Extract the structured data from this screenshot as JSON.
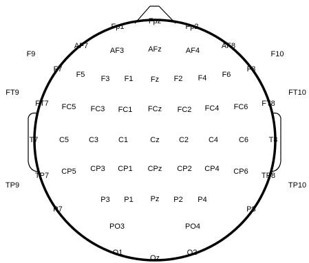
{
  "electrodes": [
    {
      "id": "Fp1"
    },
    {
      "id": "Fpz"
    },
    {
      "id": "Fp2"
    },
    {
      "id": "AF7"
    },
    {
      "id": "AF3"
    },
    {
      "id": "AFz"
    },
    {
      "id": "AF4"
    },
    {
      "id": "AF8"
    },
    {
      "id": "F9"
    },
    {
      "id": "F7"
    },
    {
      "id": "F5"
    },
    {
      "id": "F3"
    },
    {
      "id": "F1"
    },
    {
      "id": "Fz"
    },
    {
      "id": "F2"
    },
    {
      "id": "F4"
    },
    {
      "id": "F6"
    },
    {
      "id": "F8"
    },
    {
      "id": "F10"
    },
    {
      "id": "FT9"
    },
    {
      "id": "FT7"
    },
    {
      "id": "FC5"
    },
    {
      "id": "FC3"
    },
    {
      "id": "FC1"
    },
    {
      "id": "FCz"
    },
    {
      "id": "FC2"
    },
    {
      "id": "FC4"
    },
    {
      "id": "FC6"
    },
    {
      "id": "FT8"
    },
    {
      "id": "FT10"
    },
    {
      "id": "T7"
    },
    {
      "id": "C5"
    },
    {
      "id": "C3"
    },
    {
      "id": "C1"
    },
    {
      "id": "Cz"
    },
    {
      "id": "C2"
    },
    {
      "id": "C4"
    },
    {
      "id": "C6"
    },
    {
      "id": "T8"
    },
    {
      "id": "TP9"
    },
    {
      "id": "TP7"
    },
    {
      "id": "CP5"
    },
    {
      "id": "CP3"
    },
    {
      "id": "CP1"
    },
    {
      "id": "CPz"
    },
    {
      "id": "CP2"
    },
    {
      "id": "CP4"
    },
    {
      "id": "CP6"
    },
    {
      "id": "TP8"
    },
    {
      "id": "TP10"
    },
    {
      "id": "P7"
    },
    {
      "id": "P3"
    },
    {
      "id": "P1"
    },
    {
      "id": "Pz"
    },
    {
      "id": "P2"
    },
    {
      "id": "P4"
    },
    {
      "id": "P8"
    },
    {
      "id": "PO3"
    },
    {
      "id": "PO4"
    },
    {
      "id": "O1"
    },
    {
      "id": "Oz"
    },
    {
      "id": "O2"
    }
  ]
}
